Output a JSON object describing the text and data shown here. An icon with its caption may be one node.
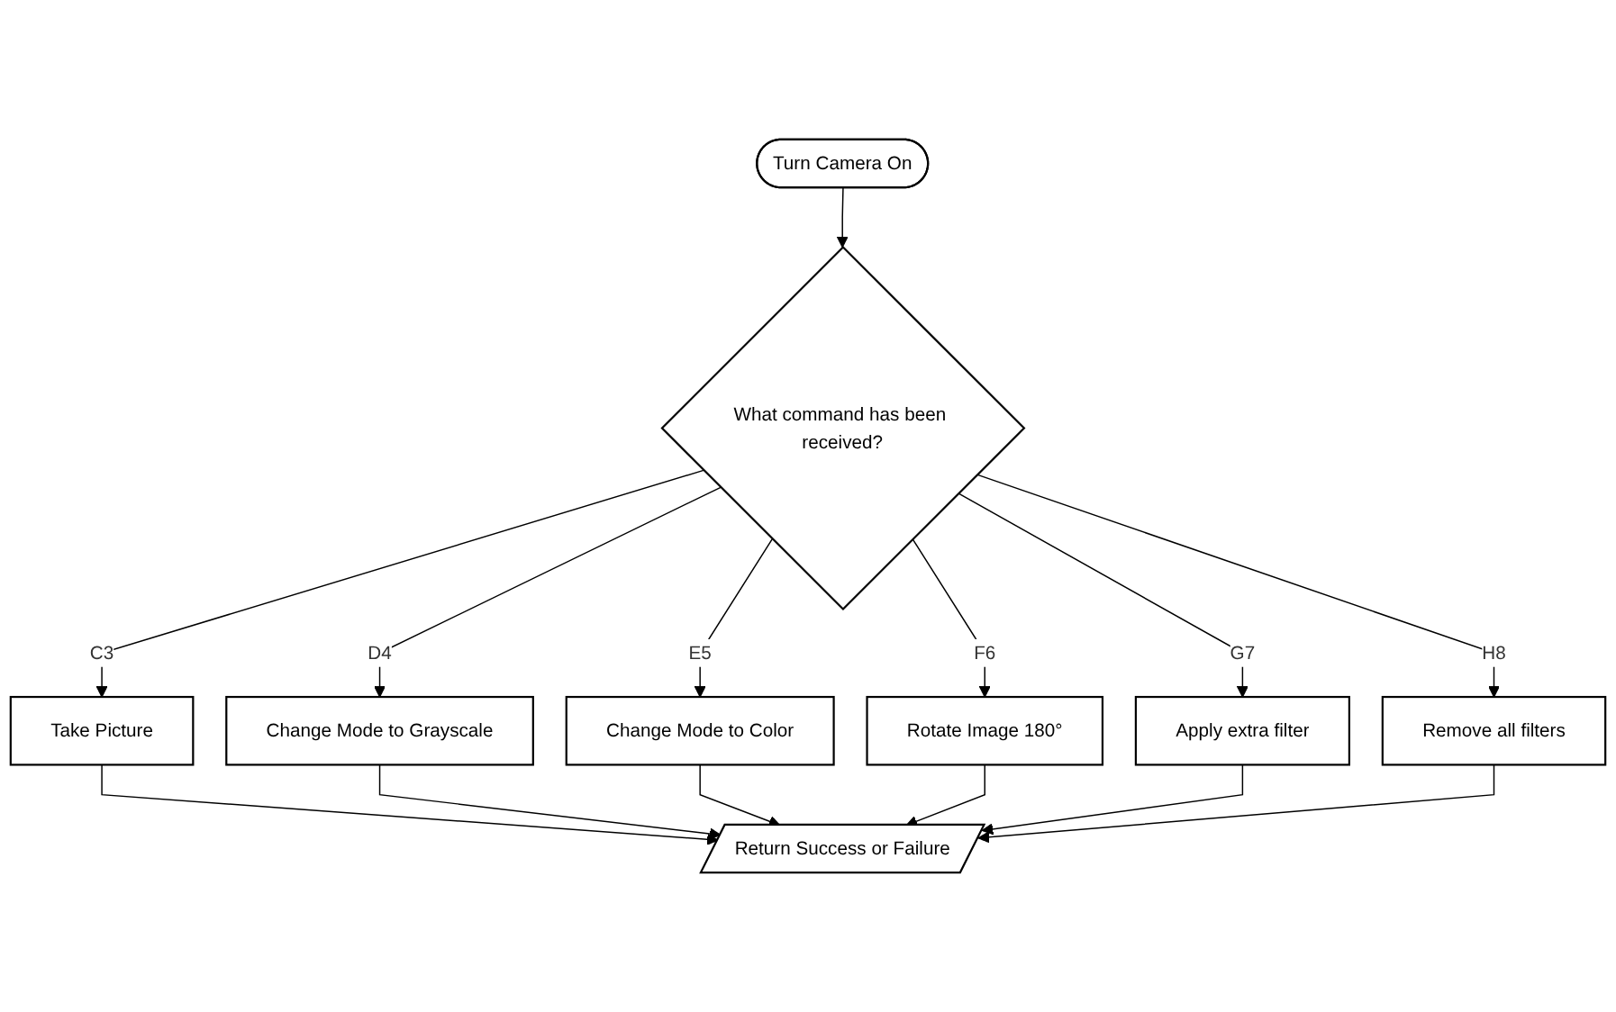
{
  "diagram": {
    "nodes": [
      {
        "text": [
          "Turn Camera On"
        ]
      },
      {
        "text": [
          "What command has been received?"
        ]
      },
      {
        "text": [
          "Take Picture"
        ]
      },
      {
        "text": [
          "Change Mode to Grayscale"
        ]
      },
      {
        "text": [
          "Change Mode to Color"
        ]
      },
      {
        "text": [
          "Rotate Image 180°"
        ]
      },
      {
        "text": [
          "Apply extra filter"
        ]
      },
      {
        "text": [
          "Remove all filters"
        ]
      },
      {
        "text": [
          "Return Success or Failure"
        ]
      }
    ],
    "edges": [
      {
        "from": 0,
        "to": 1,
        "arrow": "to"
      },
      {
        "from": 1,
        "to": 2,
        "arrow": "to",
        "label": "C3"
      },
      {
        "from": 1,
        "to": 3,
        "arrow": "to",
        "label": "D4"
      },
      {
        "from": 1,
        "to": 4,
        "arrow": "to",
        "label": "E5"
      },
      {
        "from": 1,
        "to": 5,
        "arrow": "to",
        "label": "F6"
      },
      {
        "from": 1,
        "to": 6,
        "arrow": "to",
        "label": "G7"
      },
      {
        "from": 1,
        "to": 7,
        "arrow": "to",
        "label": "H8"
      },
      {
        "from": 2,
        "to": 8,
        "arrow": "to"
      },
      {
        "from": 3,
        "to": 8,
        "arrow": "to"
      },
      {
        "from": 4,
        "to": 8,
        "arrow": "to"
      },
      {
        "from": 5,
        "to": 8,
        "arrow": "to"
      },
      {
        "from": 6,
        "to": 8,
        "arrow": "to"
      },
      {
        "from": 7,
        "to": 8,
        "arrow": "to"
      }
    ]
  }
}
